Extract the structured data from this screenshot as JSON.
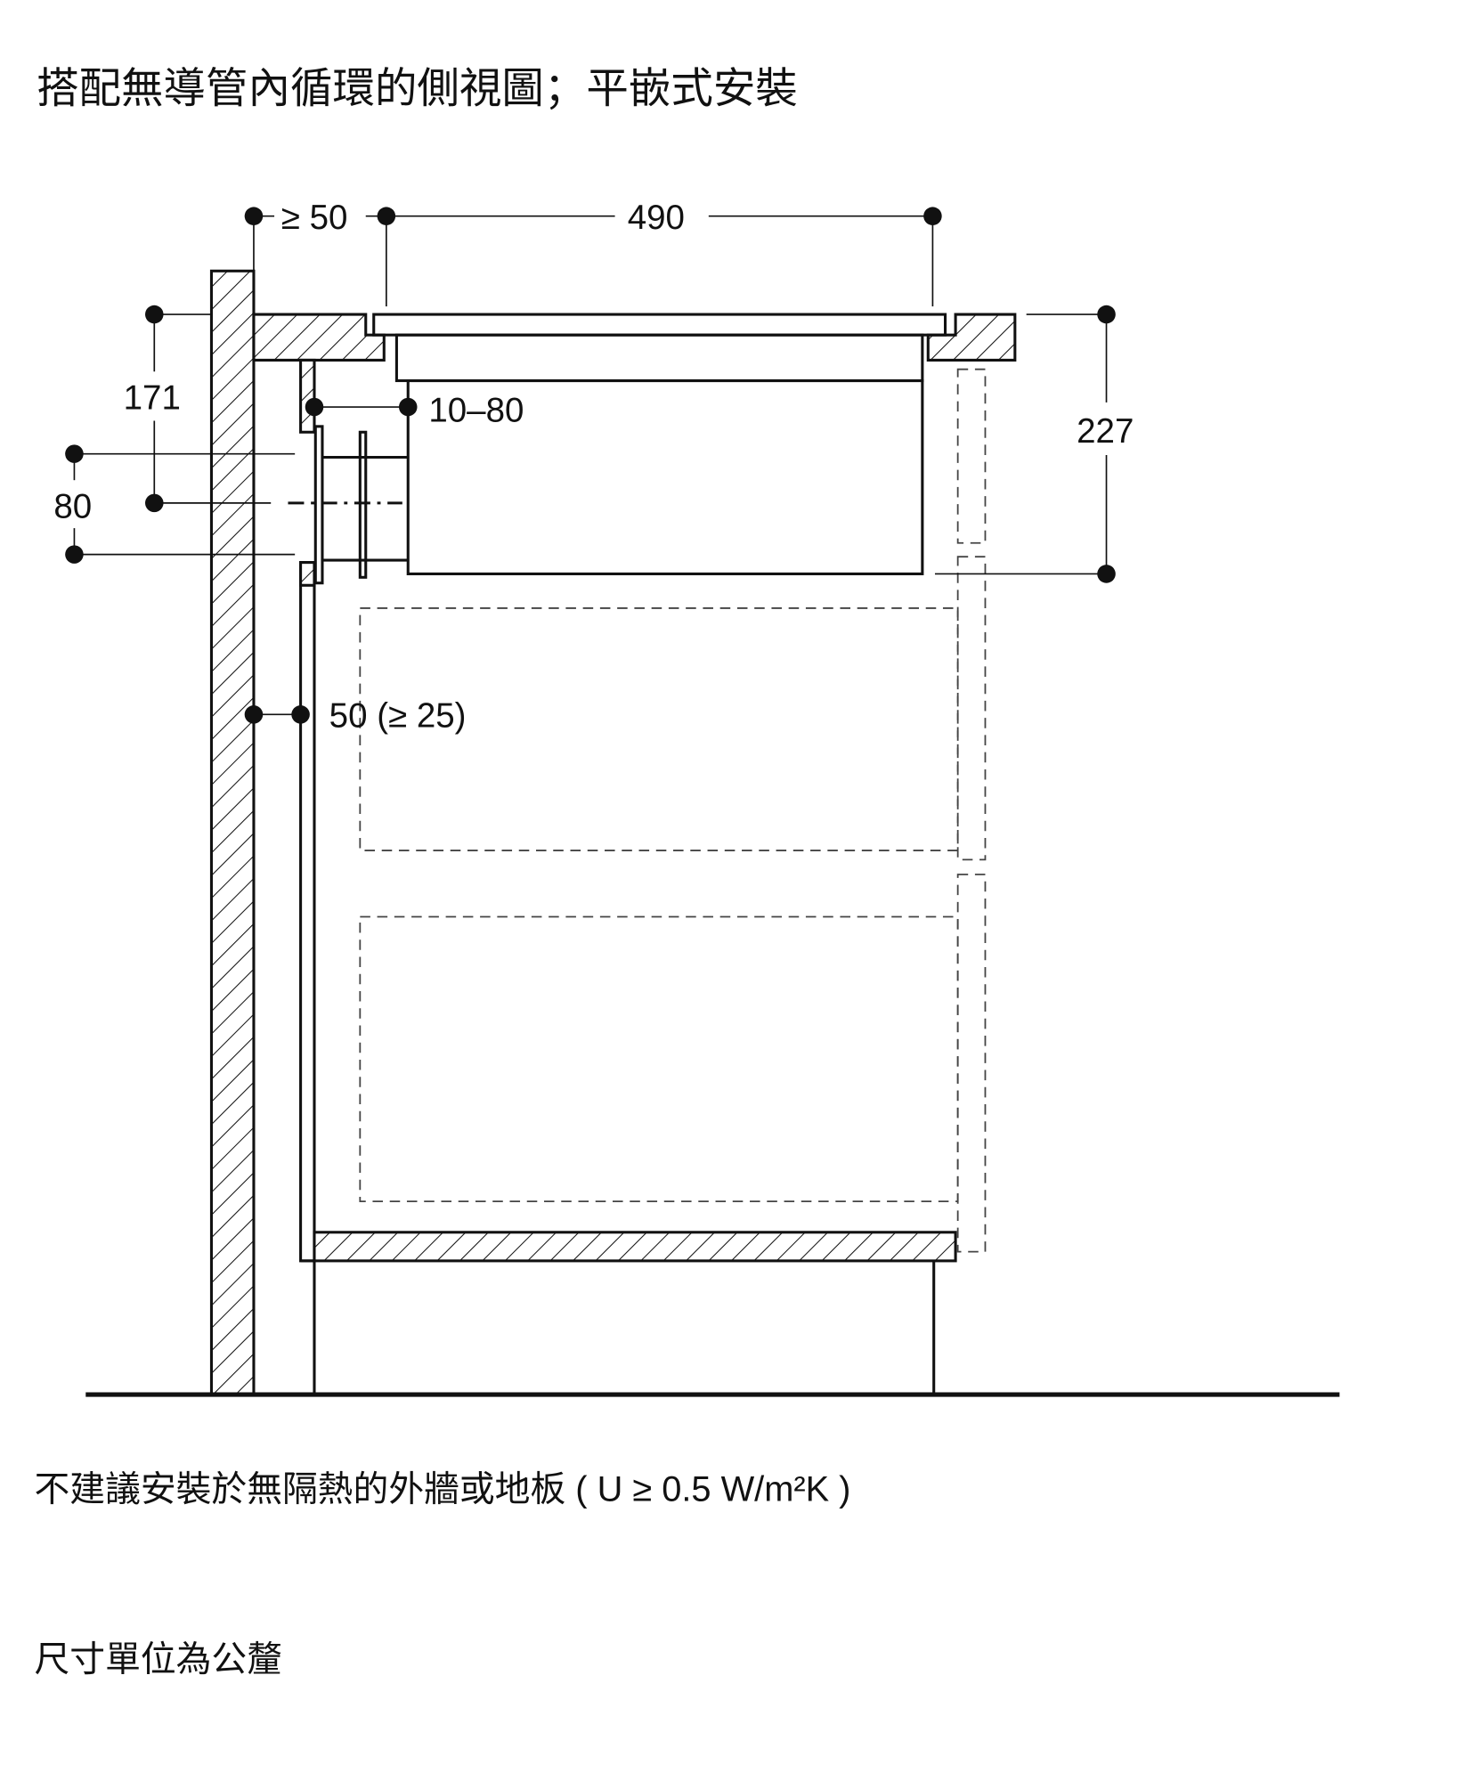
{
  "title": "搭配無導管內循環的側視圖；平嵌式安裝",
  "dimensions": {
    "wall_gap": "≥ 50",
    "hob_depth": "490",
    "duct_height": "171",
    "duct_diameter": "80",
    "duct_offset": "10–80",
    "total_height": "227",
    "rear_gap": "50 (≥ 25)"
  },
  "notes": {
    "insulation": "不建議安裝於無隔熱的外牆或地板 ( U ≥ 0.5 W/m²K )",
    "units": "尺寸單位為公釐"
  }
}
